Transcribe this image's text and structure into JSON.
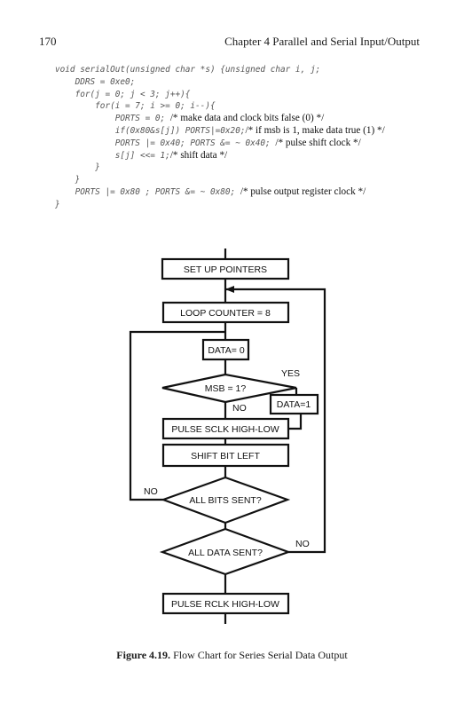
{
  "header": {
    "page_number": "170",
    "running_title": "Chapter 4   Parallel and Serial Input/Output"
  },
  "code": {
    "lines": [
      {
        "code": "void serialOut(unsigned char *s) {unsigned char i, j;",
        "comment": ""
      },
      {
        "code": "    DDRS = 0xe0;",
        "comment": ""
      },
      {
        "code": "    for(j = 0; j < 3; j++){",
        "comment": ""
      },
      {
        "code": "        for(i = 7; i >= 0; i--){",
        "comment": ""
      },
      {
        "code": "            PORTS = 0; ",
        "comment": "/* make data and clock bits false (0) */"
      },
      {
        "code": "            if(0x80&s[j]) PORTS|=0x20;",
        "comment": "/* if msb is 1, make data true (1) */"
      },
      {
        "code": "            PORTS |= 0x40; PORTS &= ~ 0x40; ",
        "comment": "/* pulse shift clock */"
      },
      {
        "code": "            s[j] <<= 1;",
        "comment": "/* shift data */"
      },
      {
        "code": "        }",
        "comment": ""
      },
      {
        "code": "    }",
        "comment": ""
      },
      {
        "code": "    PORTS |= 0x80 ; PORTS &= ~ 0x80; ",
        "comment": "/* pulse output register clock */"
      },
      {
        "code": "}",
        "comment": ""
      }
    ]
  },
  "flowchart": {
    "set_up_pointers": "SET UP POINTERS",
    "loop_counter": "LOOP COUNTER = 8",
    "data_zero": "DATA= 0",
    "msb_decision": "MSB = 1?",
    "yes_label": "YES",
    "no_label_msb": "NO",
    "data_one": "DATA=1",
    "pulse_sclk": "PULSE SCLK HIGH-LOW",
    "shift_bit": "SHIFT BIT LEFT",
    "no_label_bits": "NO",
    "all_bits_sent": "ALL BITS SENT?",
    "all_data_sent": "ALL DATA SENT?",
    "no_label_data": "NO",
    "pulse_rclk": "PULSE RCLK HIGH-LOW"
  },
  "caption": {
    "label": "Figure 4.19.",
    "text": " Flow Chart for Series Serial Data Output"
  }
}
